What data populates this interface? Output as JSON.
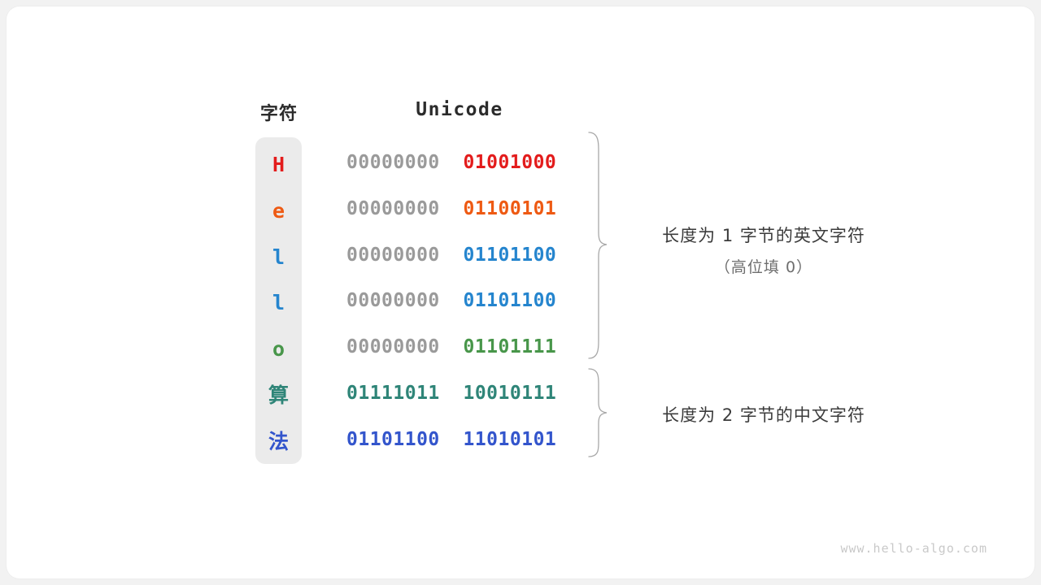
{
  "headers": {
    "char": "字符",
    "code": "Unicode"
  },
  "colors": {
    "char_column_bg": "#ebebeb",
    "padding_zero": "#9a9a9a",
    "card_bg": "#ffffff",
    "page_bg": "#f2f2f2",
    "brace": "#a8a8a8",
    "annotation": "#3b3b3b",
    "annotation_sub": "#6e6e6e",
    "watermark": "#c9c9c9"
  },
  "rows": [
    {
      "char": "H",
      "color": "#e31c1c",
      "high_byte": "00000000",
      "low_byte": "01001000",
      "high_is_padding": true
    },
    {
      "char": "e",
      "color": "#ee5a13",
      "high_byte": "00000000",
      "low_byte": "01100101",
      "high_is_padding": true
    },
    {
      "char": "l",
      "color": "#2585ce",
      "high_byte": "00000000",
      "low_byte": "01101100",
      "high_is_padding": true
    },
    {
      "char": "l",
      "color": "#2585ce",
      "high_byte": "00000000",
      "low_byte": "01101100",
      "high_is_padding": true
    },
    {
      "char": "o",
      "color": "#48964a",
      "high_byte": "00000000",
      "low_byte": "01101111",
      "high_is_padding": true
    },
    {
      "char": "算",
      "color": "#2f8578",
      "high_byte": "01111011",
      "low_byte": "10010111",
      "high_is_padding": false
    },
    {
      "char": "法",
      "color": "#3355cc",
      "high_byte": "01101100",
      "low_byte": "11010101",
      "high_is_padding": false
    }
  ],
  "annotations": [
    {
      "main": "长度为 1 字节的英文字符",
      "sub": "（高位填 0）"
    },
    {
      "main": "长度为 2 字节的中文字符",
      "sub": ""
    }
  ],
  "watermark": "www.hello-algo.com"
}
